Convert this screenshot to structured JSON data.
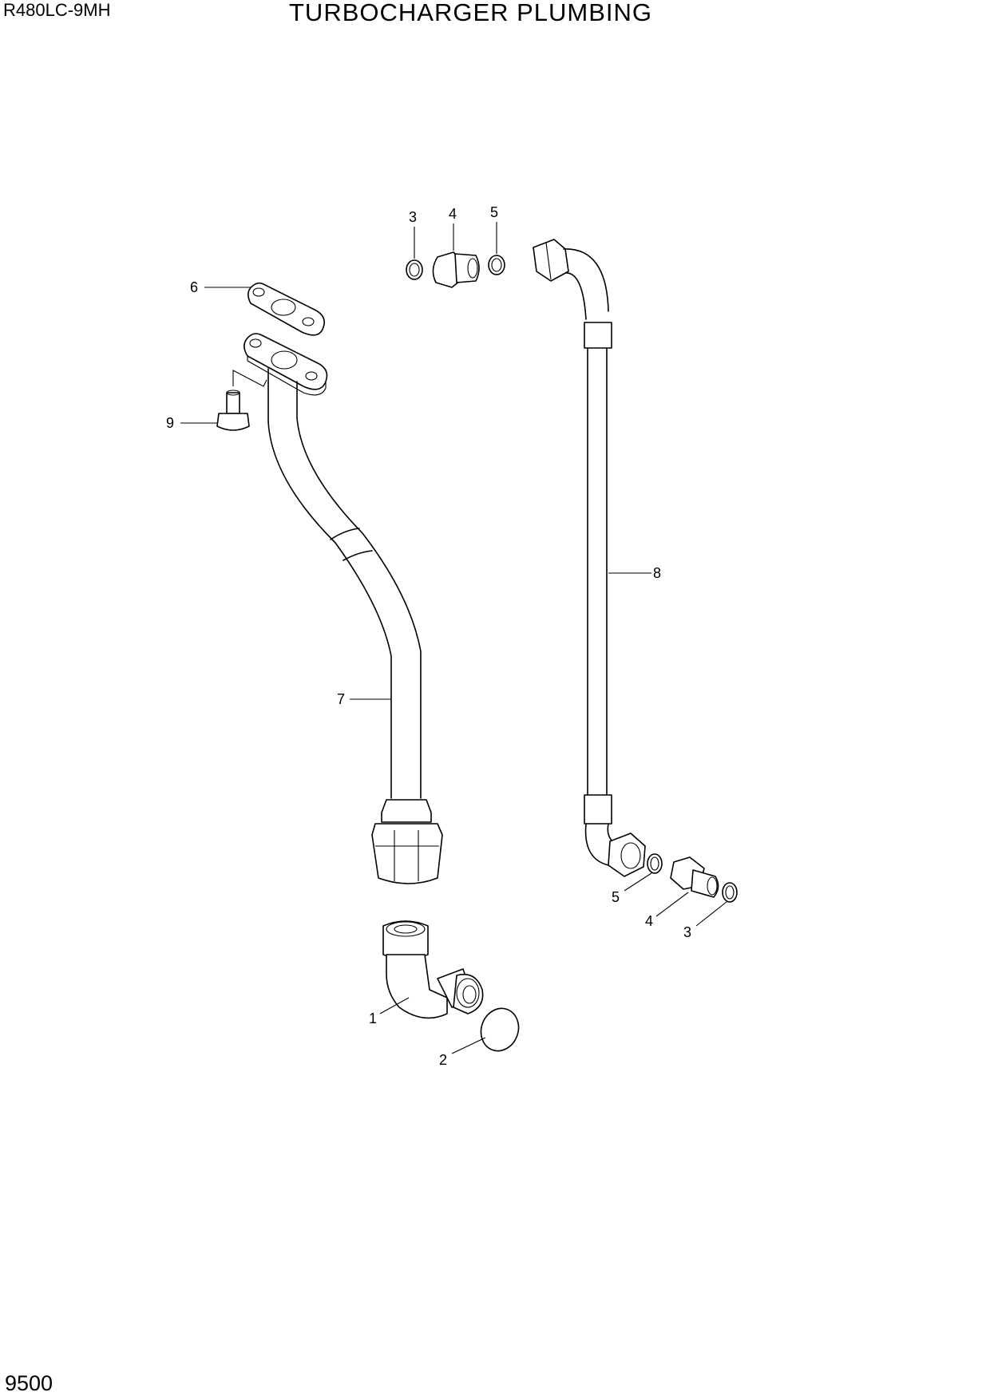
{
  "header": {
    "model": "R480LC-9MH",
    "title": "TURBOCHARGER PLUMBING"
  },
  "footer": {
    "page_number": "9500"
  },
  "callouts": {
    "top_3": "3",
    "top_4": "4",
    "top_5": "5",
    "flange_gasket_6": "6",
    "bolt_9": "9",
    "tube_7": "7",
    "tube_8": "8",
    "elbow_1": "1",
    "oring_2": "2",
    "bottom_5": "5",
    "bottom_4": "4",
    "bottom_3": "3"
  }
}
